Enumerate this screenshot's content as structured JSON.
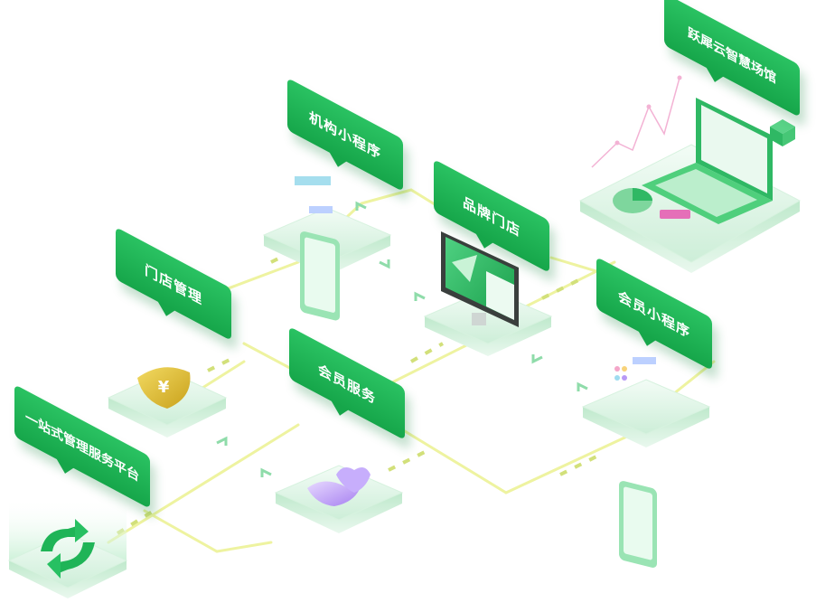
{
  "nodes": {
    "platform": "一站式管理服务平台",
    "store_mgmt": "门店管理",
    "member_service": "会员服务",
    "org_miniapp": "机构小程序",
    "brand_store": "品牌门店",
    "member_miniapp": "会员小程序",
    "smart_venue": "跃犀云智慧场馆"
  },
  "colors": {
    "primary_green": "#1fb457",
    "line_yellow": "#eef3a0",
    "gold": "#e3c23a",
    "purple": "#b89af5"
  },
  "icons": [
    "refresh-arrows-icon",
    "yuan-shield-icon",
    "heart-hand-icon",
    "phone-icon",
    "monitor-icon",
    "laptop-icon"
  ]
}
